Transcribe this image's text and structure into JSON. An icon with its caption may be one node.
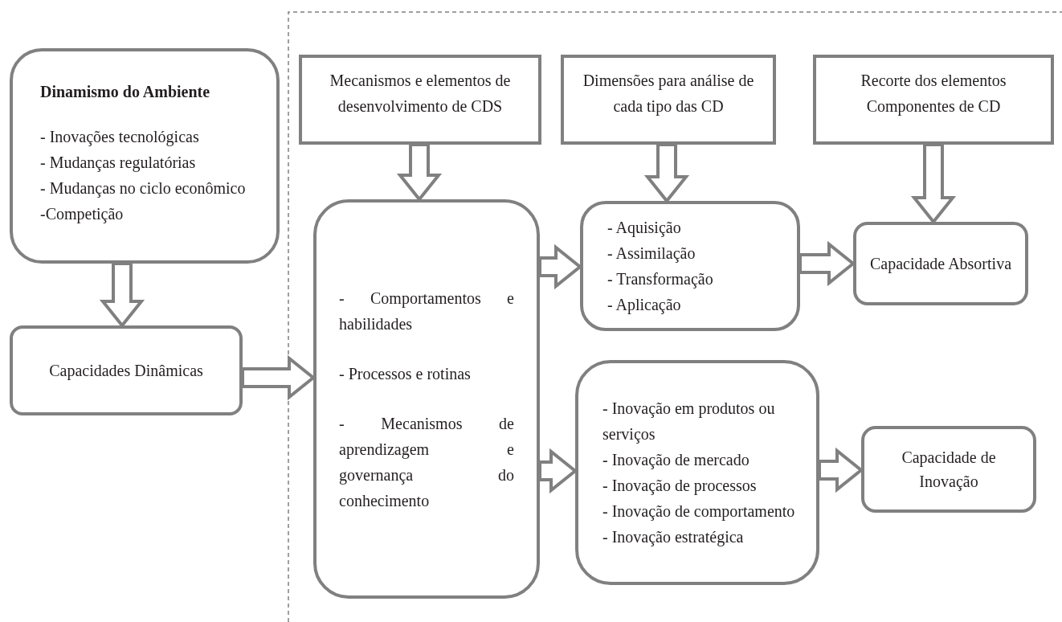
{
  "diagram": {
    "nodes": [
      {
        "text": [
          "Dinamismo do Ambiente",
          "- Inovações tecnológicas",
          "- Mudanças regulatórias",
          "- Mudanças no ciclo econômico",
          "-Competição"
        ]
      },
      {
        "text": [
          "Capacidades Dinâmicas"
        ]
      },
      {
        "text": [
          "Mecanismos e elementos de desenvolvimento de CDS"
        ]
      },
      {
        "text": [
          "Dimensões para análise de cada tipo das CD"
        ]
      },
      {
        "text": [
          "Recorte dos elementos Componentes de CD"
        ]
      },
      {
        "text": [
          "- Comportamentos e habilidades",
          "- Processos e rotinas",
          "- Mecanismos de aprendizagem e governança do conhecimento"
        ]
      },
      {
        "text": [
          "- Aquisição",
          "- Assimilação",
          "- Transformação",
          "- Aplicação"
        ]
      },
      {
        "text": [
          "Capacidade Absortiva"
        ]
      },
      {
        "text": [
          "- Inovação em produtos ou serviços",
          "- Inovação de mercado",
          "- Inovação de processos",
          "- Inovação de comportamento",
          "- Inovação estratégica"
        ]
      },
      {
        "text": [
          "Capacidade de Inovação"
        ]
      }
    ],
    "edges": [
      {
        "from": 0,
        "to": 1,
        "arrow": "to"
      },
      {
        "from": 1,
        "to": 5,
        "arrow": "to"
      },
      {
        "from": 2,
        "to": 5,
        "arrow": "to"
      },
      {
        "from": 3,
        "to": 6,
        "arrow": "to"
      },
      {
        "from": 4,
        "to": 7,
        "arrow": "to"
      },
      {
        "from": 5,
        "to": 6,
        "arrow": "to"
      },
      {
        "from": 5,
        "to": 8,
        "arrow": "to"
      },
      {
        "from": 6,
        "to": 7,
        "arrow": "to"
      },
      {
        "from": 8,
        "to": 9,
        "arrow": "to"
      }
    ]
  }
}
